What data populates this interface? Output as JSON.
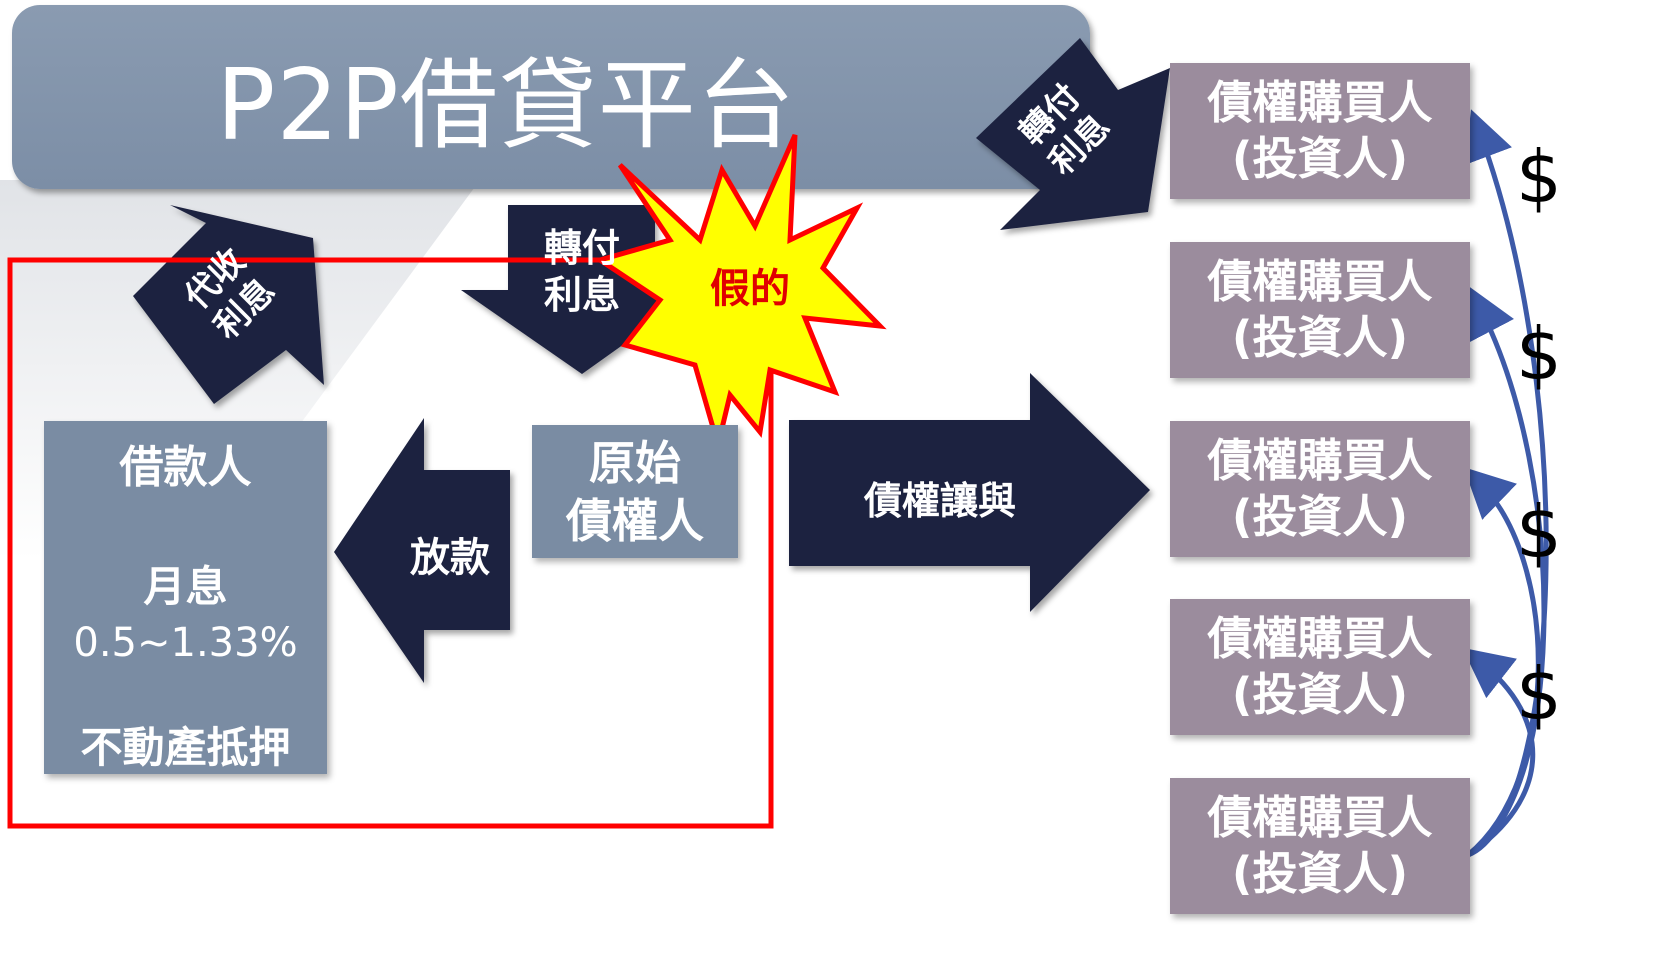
{
  "platform": {
    "title": "P2P借貸平台"
  },
  "borrower": {
    "title": "借款人",
    "rate_label": "月息",
    "rate_value": "0.5~1.33%",
    "collateral": "不動產抵押"
  },
  "original_creditor": {
    "line1": "原始",
    "line2": "債權人"
  },
  "arrows": {
    "collect_interest": {
      "line1": "代收",
      "line2": "利息"
    },
    "transfer_interest_down": {
      "line1": "轉付",
      "line2": "利息"
    },
    "transfer_interest_right": {
      "line1": "轉付",
      "line2": "利息"
    },
    "loan": "放款",
    "assignment": "債權讓與"
  },
  "starburst": {
    "label": "假的"
  },
  "investors": [
    {
      "line1": "債權購買人",
      "line2": "(投資人)"
    },
    {
      "line1": "債權購買人",
      "line2": "(投資人)"
    },
    {
      "line1": "債權購買人",
      "line2": "(投資人)"
    },
    {
      "line1": "債權購買人",
      "line2": "(投資人)"
    },
    {
      "line1": "債權購買人",
      "line2": "(投資人)"
    }
  ],
  "money": {
    "symbol": "$"
  },
  "colors": {
    "navy": "#1e2340",
    "slate": "#7a8ca3",
    "mauve": "#9b8c9d",
    "red": "#ff0000",
    "burst_yellow": "#ffff00",
    "curve_blue": "#3d5aa8"
  }
}
